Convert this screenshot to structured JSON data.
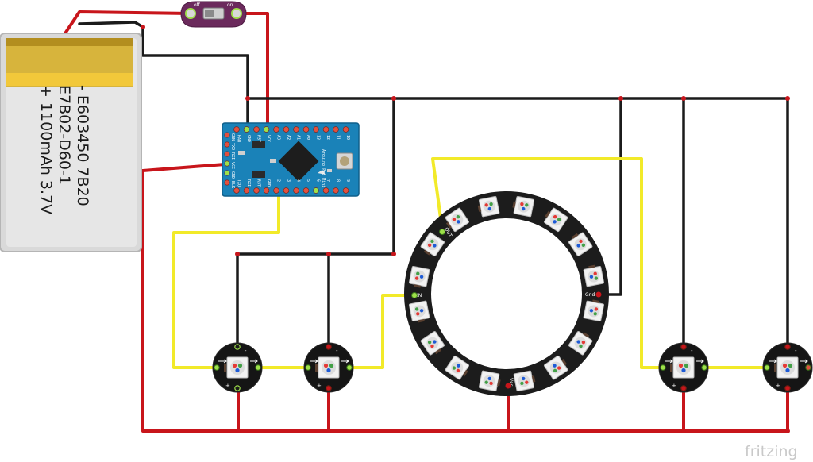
{
  "battery": {
    "line1": "- E603450 7B20",
    "line2": "E7B02-D60-1",
    "line3": "+ 1100mAh 3.7V"
  },
  "switch": {
    "off_label": "off",
    "on_label": "on"
  },
  "arduino": {
    "top_pins": [
      "RAW",
      "GND",
      "RST",
      "VCC",
      "A3",
      "A2",
      "A1",
      "A0",
      "13",
      "12",
      "11",
      "10"
    ],
    "bottom_pins": [
      "TXO",
      "RXI",
      "RST",
      "GND",
      "2",
      "3",
      "4",
      "5",
      "6",
      "7",
      "8",
      "9"
    ],
    "left_pins": [
      "GRN",
      "TXO",
      "RXI",
      "VCC",
      "GND",
      "BLK"
    ],
    "board_text": "Arduino Pro Mini"
  },
  "ring": {
    "din_label": "IN",
    "dout_label": "OUT",
    "gnd_label": "Gnd",
    "vcc_label": "Vcc"
  },
  "pixels": {
    "minus": "-",
    "plus": "+"
  },
  "logo": "fritzing",
  "colors": {
    "red_wire": "#c8151b",
    "black_wire": "#1b1b1b",
    "yellow_wire": "#f2ea29",
    "pcb_blue": "#1a82b8",
    "battery_gold": "#d7b43c"
  }
}
